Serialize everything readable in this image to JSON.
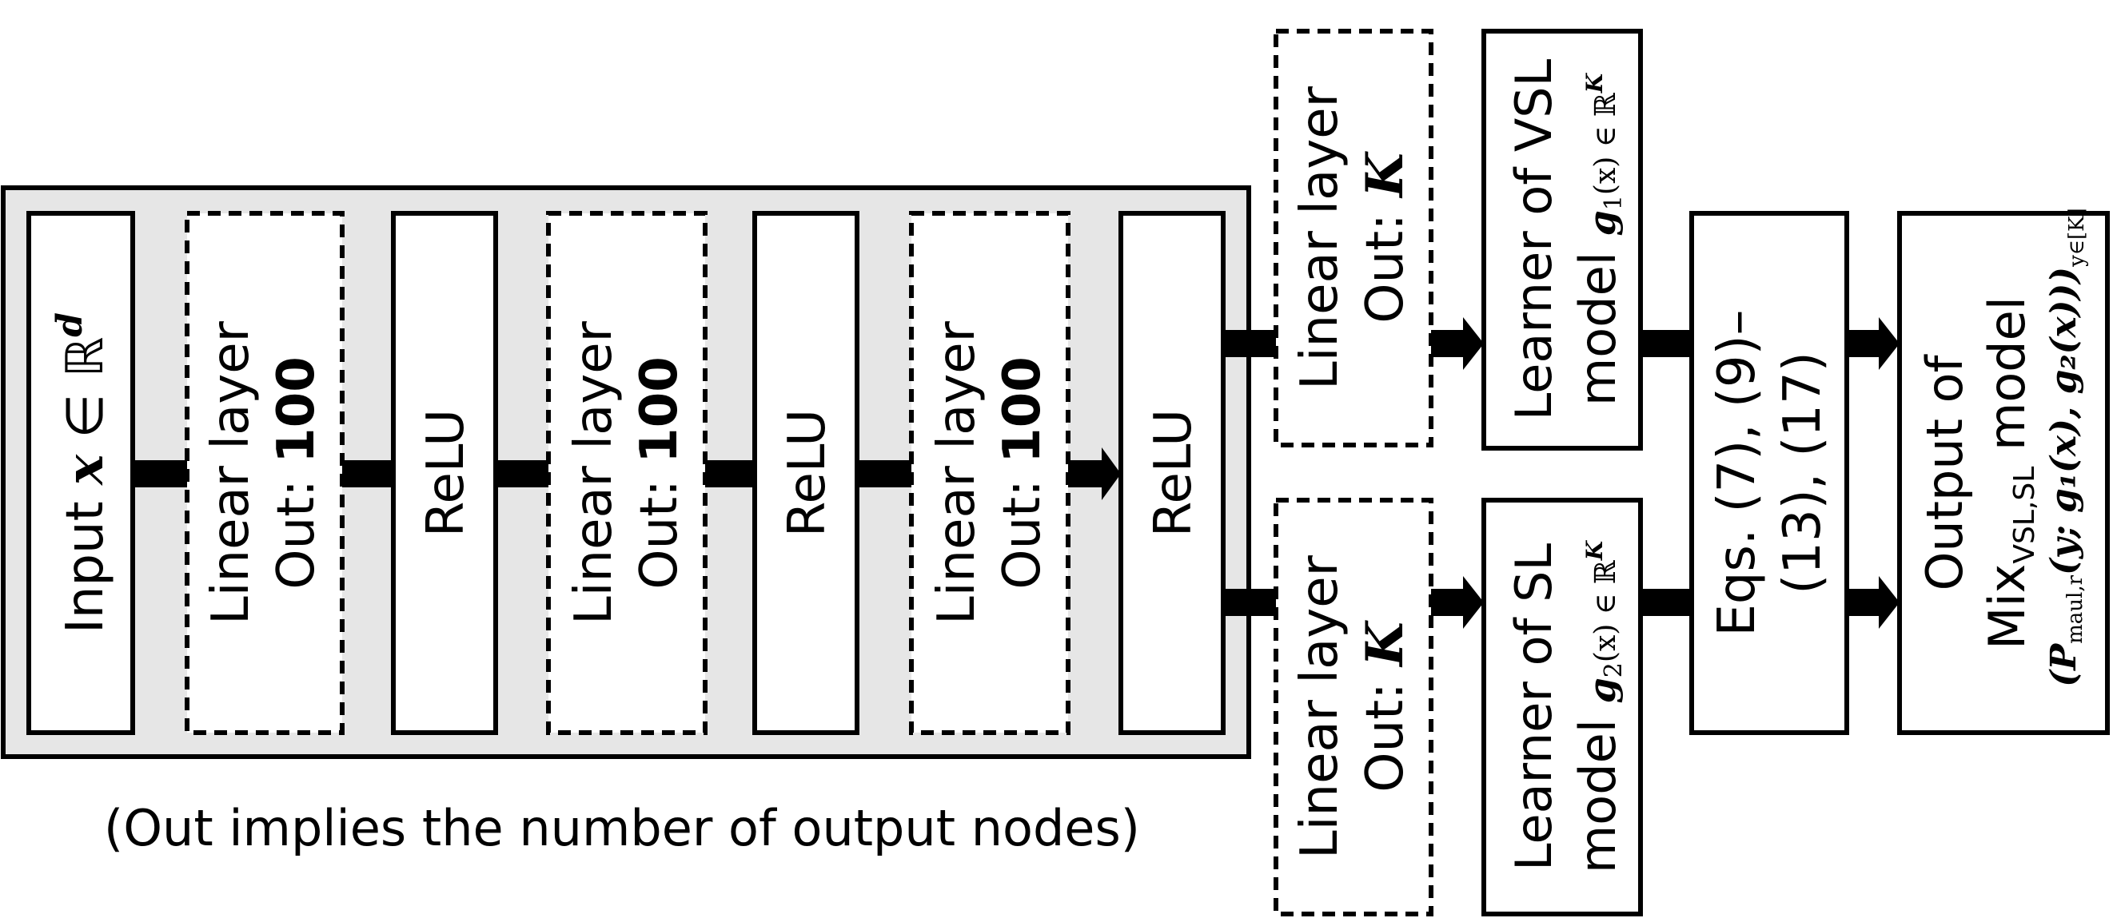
{
  "note": "(Out implies the number of output nodes)",
  "blocks": {
    "input": {
      "text": "Input ",
      "var": "x",
      "in": " ∈ ℝ",
      "dim": "d"
    },
    "linear1": {
      "line1": "Linear layer",
      "out_label": "Out: ",
      "out_value": "100"
    },
    "relu1": {
      "text": "ReLU"
    },
    "linear2": {
      "line1": "Linear layer",
      "out_label": "Out: ",
      "out_value": "100"
    },
    "relu2": {
      "text": "ReLU"
    },
    "linear3": {
      "line1": "Linear layer",
      "out_label": "Out: ",
      "out_value": "100"
    },
    "relu3": {
      "text": "ReLU"
    },
    "linear_vsl": {
      "line1": "Linear layer",
      "out_label": "Out: ",
      "out_value": "K"
    },
    "linear_sl": {
      "line1": "Linear layer",
      "out_label": "Out: ",
      "out_value": "K"
    },
    "learner_vsl": {
      "line1": "Learner of VSL",
      "line2": "model ",
      "g": "g",
      "g_sub": "1",
      "g_arg": "(x) ∈ ℝ",
      "g_dim": "K"
    },
    "learner_sl": {
      "line1": "Learner of SL",
      "line2": "model ",
      "g": "g",
      "g_sub": "2",
      "g_arg": "(x) ∈ ℝ",
      "g_dim": "K"
    },
    "equations": {
      "line1": "Eqs. (7), (9)–",
      "line2": "(13), (17)"
    },
    "output": {
      "line1": "Output of",
      "line2_main": "Mix",
      "line2_sub": "VSL,SL",
      "line2_tail": " model",
      "line3": "(P",
      "line3_sub": "maul,r",
      "line3_args": "(y; g₁(x), g₂(x)))",
      "line3_index": "y∈[K]"
    }
  },
  "colors": {
    "panel": "#e6e6e6",
    "stroke": "#000000",
    "box_fill": "#ffffff"
  }
}
